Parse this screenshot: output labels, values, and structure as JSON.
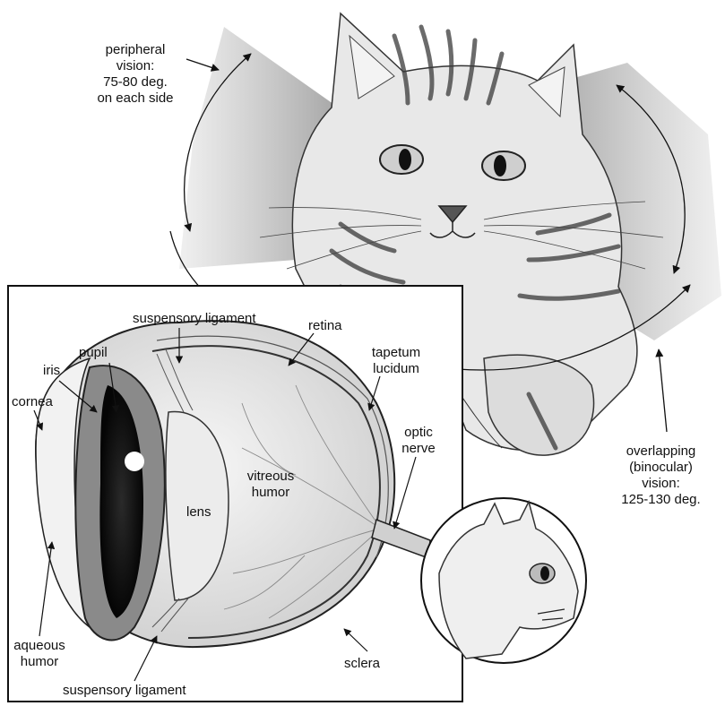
{
  "cat_labels": {
    "peripheral": [
      "peripheral",
      "vision:",
      "75-80 deg.",
      "on each side"
    ],
    "overlapping": [
      "overlapping",
      "(binocular)",
      "vision:",
      "125-130 deg."
    ]
  },
  "eye_labels": {
    "suspensory_top": "suspensory ligament",
    "retina": "retina",
    "pupil": "pupil",
    "iris": "iris",
    "tapetum": [
      "tapetum",
      "lucidum"
    ],
    "cornea": "cornea",
    "optic": [
      "optic",
      "nerve"
    ],
    "vitreous": [
      "vitreous",
      "humor"
    ],
    "lens": "lens",
    "aqueous": [
      "aqueous",
      "humor"
    ],
    "sclera": "sclera",
    "suspensory_bottom": "suspensory ligament"
  },
  "colors": {
    "ink": "#111111",
    "vision_field": "#8a8a8a",
    "fur_light": "#d9d9d9",
    "fur_dark": "#3a3a3a"
  }
}
